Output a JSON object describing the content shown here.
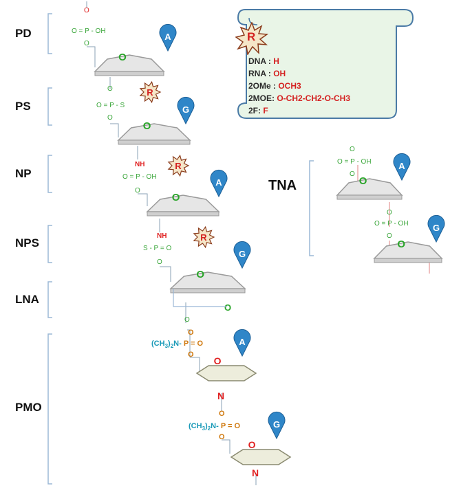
{
  "linkage_labels": {
    "pd": "PD",
    "ps": "PS",
    "np": "NP",
    "nps": "NPS",
    "lna": "LNA",
    "pmo": "PMO",
    "tna": "TNA"
  },
  "legend": {
    "r_symbol": "R",
    "rows": [
      {
        "key": "DNA : ",
        "value": "H"
      },
      {
        "key": "RNA : ",
        "value": "OH"
      },
      {
        "key": "2OMe : ",
        "value": "OCH3"
      },
      {
        "key": "2MOE: ",
        "value": "O-CH2-CH2-O-CH3"
      },
      {
        "key": "2F: ",
        "value": "F"
      }
    ]
  },
  "bases": [
    "A",
    "G",
    "A",
    "G",
    "A",
    "G"
  ],
  "tna_bases": [
    "A",
    "G"
  ],
  "chem": {
    "phosphate": "O = P - OH",
    "phosphate_top_o": "O",
    "phosphate_bottom_o": "O",
    "thio": "O = P - S",
    "np_nh": "NH",
    "np_group": "O = P - OH",
    "nps_nh": "NH",
    "nps_group": "S - P = O",
    "ring_o": "O",
    "lna_bridge_o": "O",
    "pmo_group": "(CH3)2N - P = O",
    "pmo_n": "N",
    "pmo_o": "O"
  },
  "colors": {
    "bracket": "#9bb8d6",
    "sugar_fill": "#e6e6e6",
    "sugar_edge": "#9a9a9a",
    "base_pin": "#2f86c8",
    "legend_bg": "#e9f5e7",
    "legend_border": "#4a7aa6"
  }
}
